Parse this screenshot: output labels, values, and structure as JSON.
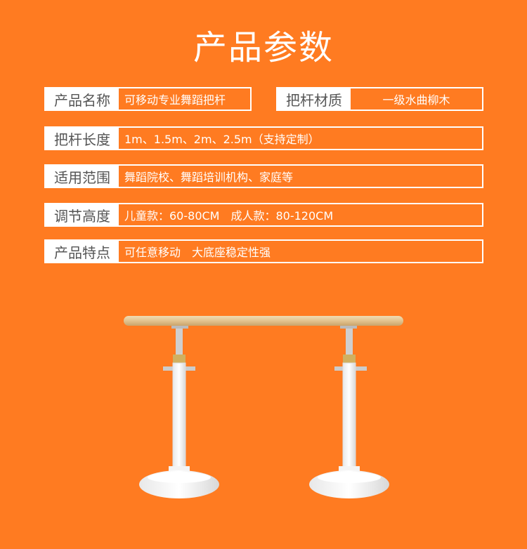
{
  "title": "产品参数",
  "params": [
    {
      "label": "产品名称",
      "value": "可移动专业舞蹈把杆"
    },
    {
      "label": "把杆材质",
      "value": "一级水曲柳木"
    },
    {
      "label": "把杆长度",
      "value": "1m、1.5m、2m、2.5m（支持定制）"
    },
    {
      "label": "适用范围",
      "value": "舞蹈院校、舞蹈培训机构、家庭等"
    },
    {
      "label": "调节高度",
      "value": "儿童款：60-80CM　成人款：80-120CM"
    },
    {
      "label": "产品特点",
      "value": "可任意移动　大底座稳定性强"
    }
  ],
  "colors": {
    "background": "#ff7b21",
    "wood": "#e6c89a",
    "stand": "#ffffff"
  }
}
